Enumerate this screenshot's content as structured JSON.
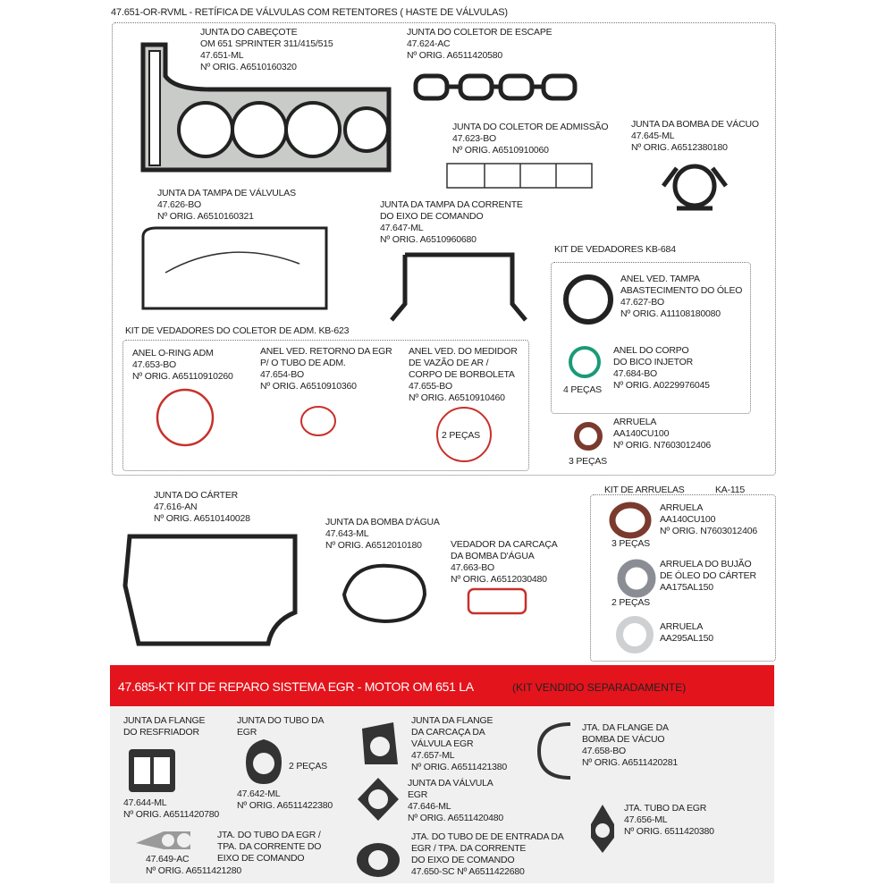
{
  "header": {
    "title": "47.651-OR-RVML - RETÍFICA DE VÁLVULAS COM RETENTORES ( HASTE DE VÁLVULAS)"
  },
  "blocks": {
    "cabecote": [
      "JUNTA DO CABEÇOTE",
      "OM 651 SPRINTER 311/415/515",
      "47.651-ML",
      "Nº ORIG. A6510160320"
    ],
    "escape": [
      "JUNTA DO COLETOR DE ESCAPE",
      "47.624-AC",
      "Nº ORIG. A6511420580"
    ],
    "admissao": [
      "JUNTA DO COLETOR DE ADMISSÃO",
      "47.623-BO",
      "Nº ORIG. A6510910060"
    ],
    "vacuo": [
      "JUNTA DA BOMBA DE VÁCUO",
      "47.645-ML",
      "Nº ORIG. A6512380180"
    ],
    "tampa_valvulas": [
      "JUNTA DA TAMPA DE VÁLVULAS",
      "47.626-BO",
      "Nº ORIG. A6510160321"
    ],
    "tampa_corrente": [
      "JUNTA DA TAMPA DA CORRENTE",
      "DO EIXO DE COMANDO",
      "47.647-ML",
      "Nº ORIG. A6510960680"
    ],
    "kb684": [
      "KIT DE VEDADORES  KB-684"
    ],
    "anel_tampa": [
      "ANEL VED. TAMPA",
      "ABASTECIMENTO DO ÓLEO",
      "47.627-BO",
      "Nº ORIG. A11108180080"
    ],
    "anel_corpo": [
      "ANEL DO CORPO",
      "DO BICO INJETOR",
      "47.684-BO",
      "Nº ORIG. A0229976045"
    ],
    "qty_anel_corpo": [
      "4 PEÇAS"
    ],
    "arruela_kb": [
      "ARRUELA",
      "AA140CU100",
      "Nº ORIG. N7603012406"
    ],
    "qty_arruela_kb": [
      "3 PEÇAS"
    ],
    "kb623": [
      "KIT DE VEDADORES DO COLETOR DE ADM.  KB-623"
    ],
    "oring": [
      "ANEL O-RING ADM",
      "47.653-BO",
      "Nº ORIG. A65110910260"
    ],
    "retorno": [
      "ANEL VED. RETORNO DA EGR",
      "P/ O TUBO DE ADM.",
      "47.654-BO",
      "Nº ORIG. A6510910360"
    ],
    "medidor": [
      "ANEL VED. DO MEDIDOR",
      "DE VAZÃO DE AR /",
      "CORPO DE BORBOLETA",
      "47.655-BO",
      "Nº ORIG. A6510910460"
    ],
    "qty_medidor": [
      "2 PEÇAS"
    ],
    "carter": [
      "JUNTA DO CÁRTER",
      "47.616-AN",
      "Nº ORIG. A6510140028"
    ],
    "bomba_agua": [
      "JUNTA DA BOMBA D'ÁGUA",
      "47.643-ML",
      "Nº ORIG. A6512010180"
    ],
    "carcaca": [
      "VEDADOR DA CARCAÇA",
      "DA BOMBA D'ÁGUA",
      "47.663-BO",
      "Nº ORIG. A6512030480"
    ],
    "ka115": [
      "KIT DE ARRUELAS"
    ],
    "ka115_code": [
      "KA-115"
    ],
    "arr1": [
      "ARRUELA",
      "AA140CU100",
      "Nº ORIG. N7603012406"
    ],
    "qty_arr1": [
      "3 PEÇAS"
    ],
    "arr2": [
      "ARRUELA DO BUJÃO",
      "DE ÓLEO DO CÁRTER",
      "AA175AL150"
    ],
    "qty_arr2": [
      "2 PEÇAS"
    ],
    "arr3": [
      "ARRUELA",
      "AA295AL150"
    ],
    "resfr_top": [
      "JUNTA DA FLANGE",
      "DO RESFRIADOR"
    ],
    "resfr_bot": [
      "47.644-ML",
      "Nº ORIG. A6511420780"
    ],
    "tubo_top": [
      "JUNTA DO TUBO DA",
      "EGR"
    ],
    "qty_tubo": [
      "2 PEÇAS"
    ],
    "tubo_bot": [
      "47.642-ML",
      "Nº ORIG. A6511422380"
    ],
    "carcaca_egr": [
      "JUNTA DA FLANGE",
      "DA CARCAÇA DA",
      "VÁLVULA EGR",
      "47.657-ML",
      "Nº ORIG. A6511421380"
    ],
    "valvula_egr": [
      "JUNTA DA VÁLVULA",
      "EGR",
      "47.646-ML",
      "Nº ORIG. A6511420480"
    ],
    "bomba_vacuo_egr": [
      "JTA. DA FLANGE DA",
      "BOMBA DE VÁCUO",
      "47.658-BO",
      "Nº ORIG. A6511420281"
    ],
    "tubo_egr2": [
      "JTA. TUBO DA EGR",
      "47.656-ML",
      "Nº ORIG. 6511420380"
    ],
    "tubo_corrente": [
      "JTA. DO TUBO DA EGR /",
      "TPA. DA CORRENTE DO",
      "EIXO DE COMANDO"
    ],
    "tubo_corrente_code": [
      "47.649-AC",
      "Nº ORIG. A6511421280"
    ],
    "entrada": [
      "JTA. DO TUBO DE DE ENTRADA DA",
      "EGR / TPA. DA CORRENTE",
      "DO EIXO DE COMANDO",
      "47.650-SC Nº A6511422680"
    ]
  },
  "banner": {
    "title": "47.685-KT   KIT DE REPARO SISTEMA EGR - MOTOR OM 651 LA",
    "note": "(KIT VENDIDO SEPARADAMENTE)",
    "color": "#e3141c"
  }
}
